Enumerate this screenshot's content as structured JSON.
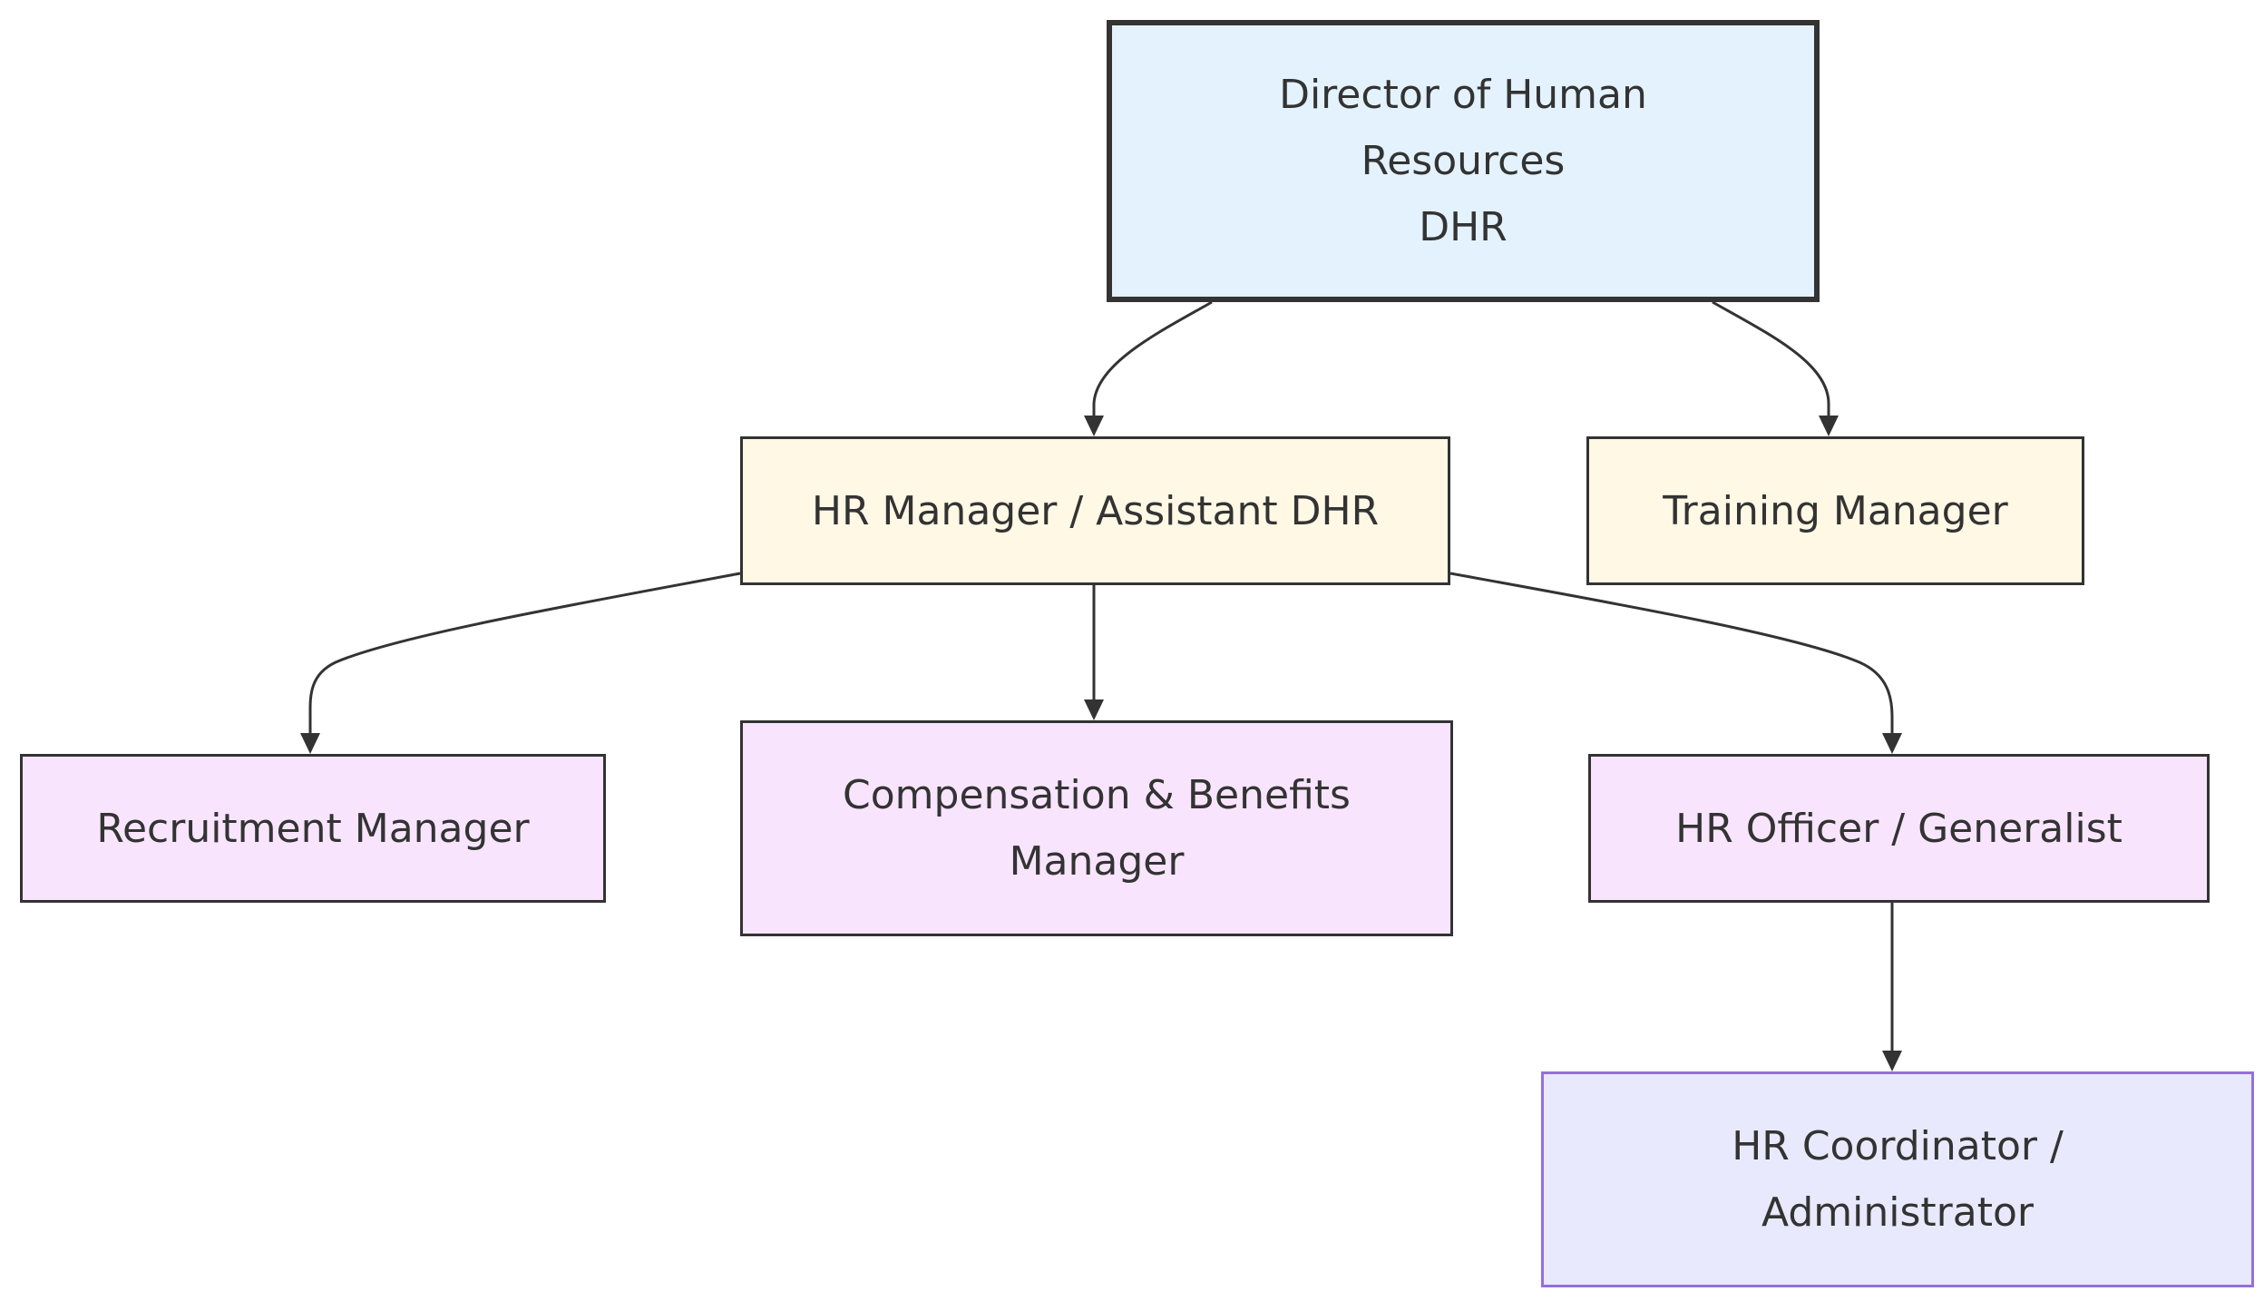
{
  "colors": {
    "director_fill": "#e3f2fd",
    "manager_fill": "#fef8e5",
    "specialist_fill": "#f8e5fd",
    "coordinator_fill": "#e9e9fd",
    "coordinator_stroke": "#9370DB",
    "stroke": "#333333",
    "text": "#333333"
  },
  "nodes": {
    "director": {
      "lines": [
        "Director of Human",
        "Resources",
        "DHR"
      ]
    },
    "hr_manager": {
      "lines": [
        "HR Manager / Assistant DHR"
      ]
    },
    "training_manager": {
      "lines": [
        "Training Manager"
      ]
    },
    "recruitment_manager": {
      "lines": [
        "Recruitment Manager"
      ]
    },
    "comp_benefits_manager": {
      "lines": [
        "Compensation & Benefits",
        "Manager"
      ]
    },
    "hr_officer": {
      "lines": [
        "HR Officer / Generalist"
      ]
    },
    "hr_coordinator": {
      "lines": [
        "HR Coordinator /",
        "Administrator"
      ]
    }
  },
  "edges": [
    {
      "from": "director",
      "to": "hr_manager"
    },
    {
      "from": "director",
      "to": "training_manager"
    },
    {
      "from": "hr_manager",
      "to": "recruitment_manager"
    },
    {
      "from": "hr_manager",
      "to": "comp_benefits_manager"
    },
    {
      "from": "hr_manager",
      "to": "hr_officer"
    },
    {
      "from": "hr_officer",
      "to": "hr_coordinator"
    }
  ]
}
